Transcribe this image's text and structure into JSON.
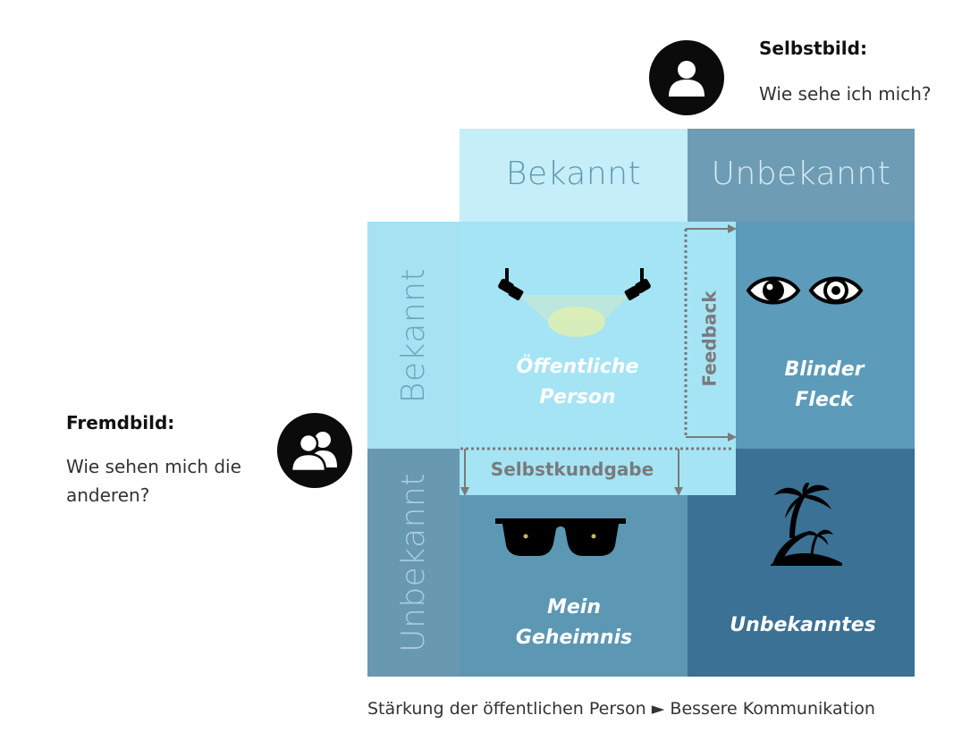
{
  "selbstbild": {
    "title": "Selbstbild:",
    "subtitle": "Wie sehe ich mich?"
  },
  "fremdbild": {
    "title": "Fremdbild:",
    "subtitle_line1": "Wie sehen mich die",
    "subtitle_line2": "anderen?"
  },
  "columns": {
    "known": "Bekannt",
    "unknown": "Unbekannt"
  },
  "rows": {
    "known": "Bekannt",
    "unknown": "Unbekannt"
  },
  "quadrants": {
    "public": {
      "line1": "Öffentliche",
      "line2": "Person"
    },
    "blind": {
      "line1": "Blinder",
      "line2": "Fleck"
    },
    "secret": {
      "line1": "Mein",
      "line2": "Geheimnis"
    },
    "unknown": {
      "line1": "Unbekanntes"
    }
  },
  "arrows": {
    "feedback": "Feedback",
    "disclosure": "Selbstkundgabe"
  },
  "caption": "Stärkung der öffentlichen Person ► Bessere Kommunikation",
  "icons": {
    "selbstbild": "person-icon",
    "fremdbild": "group-icon",
    "public": "spotlights-icon",
    "blind": "eyes-icon",
    "secret": "sunglasses-icon",
    "unknown": "palm-island-icon"
  },
  "colors": {
    "col_known_header": "#c5eef8",
    "col_unknown_header": "#6e9cb4",
    "row_known_header": "#a7e2f3",
    "row_unknown_header": "#6998b1",
    "public": "#a5e4f5",
    "blind": "#5c9bb9",
    "secret": "#5c97b3",
    "unknown": "#3a7194",
    "arrow": "#7a7a7a"
  }
}
